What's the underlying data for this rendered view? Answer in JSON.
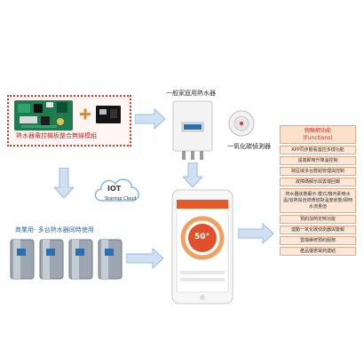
{
  "module_label": "熱水器電控機板整合無線模組",
  "heater_label": "一般家庭用熱水器",
  "detector_label": "一氧化碳偵測器",
  "cloud": {
    "label_main": "IOT",
    "label_sub": "Stantop Cloud"
  },
  "commercial_label": "商業用- 多台熱水器同時使用",
  "phone": {
    "temperature": "50°"
  },
  "functions": {
    "title_zh": "物聯網功能",
    "title_en": "(Functions)",
    "items": [
      "APP同步觀看遙控多樣功能",
      "遠端即時升降溫控制",
      "跨區域多台群組管理與控制",
      "故障碼顯示與雲端回報",
      "熱水器狀態顯示:模式/機內即時水溫/加熱與自燃傳偵對溫度狀態/即時水流量值",
      "預約加熱定時功能",
      "連動一氧化碳偵測器與警報",
      "雲端維修預約服務",
      "產品優惠電商連結"
    ]
  },
  "colors": {
    "accent_red": "#e0312b",
    "arrow_blue": "#cfe0f3",
    "panel_bg": "#fde8d8"
  }
}
